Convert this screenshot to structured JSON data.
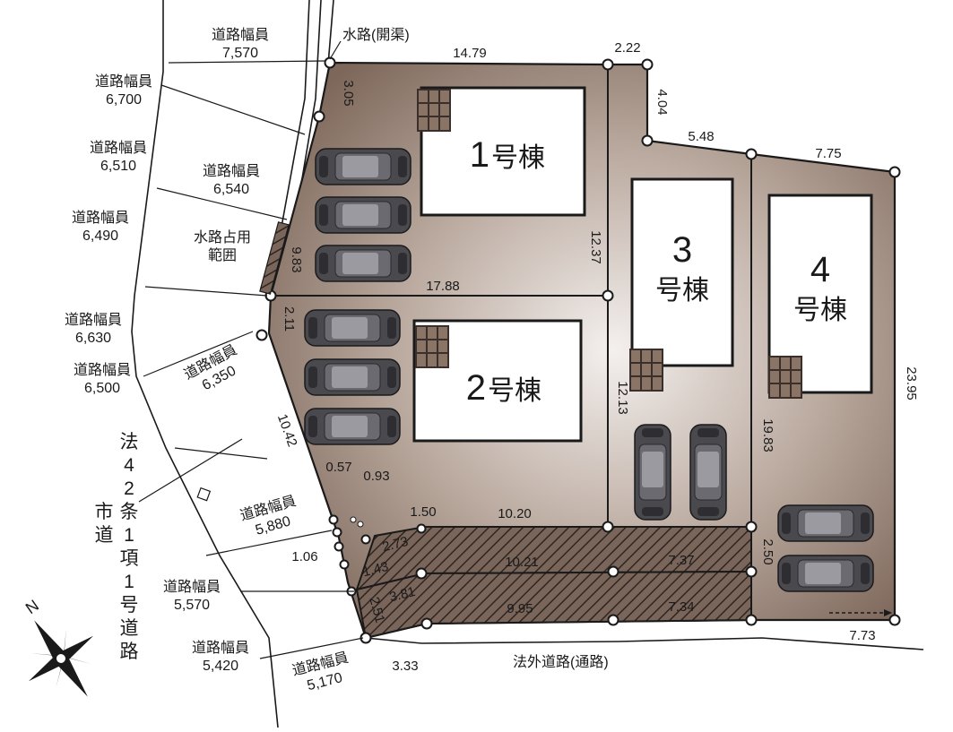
{
  "road_width_title": "道路幅員",
  "road_widths": [
    "7,570",
    "6,700",
    "6,510",
    "6,540",
    "6,490",
    "6,630",
    "6,500",
    "6,350",
    "5,880",
    "5,570",
    "5,420",
    "5,170"
  ],
  "waterway_open": "水路(開渠)",
  "waterway_area_line1": "水路占用",
  "waterway_area_line2": "範囲",
  "legal_road_cols": [
    "法42条1項1号道路",
    "市道"
  ],
  "outside_road": "法外道路(通路)",
  "compass": "N",
  "buildings": {
    "b1": {
      "num": "1",
      "suffix": "号棟"
    },
    "b2": {
      "num": "2",
      "suffix": "号棟"
    },
    "b3": {
      "num": "3",
      "suffix": "号棟"
    },
    "b4": {
      "num": "4",
      "suffix": "号棟"
    }
  },
  "dimensions": {
    "d1479": "14.79",
    "d222": "2.22",
    "d305": "3.05",
    "d404": "4.04",
    "d548": "5.48",
    "d775": "7.75",
    "d983": "9.83",
    "d1237": "12.37",
    "d1788": "17.88",
    "d211": "2.11",
    "d1213": "12.13",
    "d1983": "19.83",
    "d2395": "23.95",
    "d1042": "10.42",
    "d057": "0.57",
    "d093": "0.93",
    "d150": "1.50",
    "d1020": "10.20",
    "d273": "2.73",
    "d106": "1.06",
    "d1021": "10.21",
    "d737": "7.37",
    "d250": "2.50",
    "d143": "1.43",
    "d381": "3.81",
    "d995": "9.95",
    "d734": "7.34",
    "d251": "2.51",
    "d773": "7.73",
    "d333": "3.33"
  },
  "colors": {
    "lot": "#8a7466",
    "lot_light": "#f4f0ee",
    "hatch": "#4a3d36",
    "line": "#1a1a1a"
  }
}
